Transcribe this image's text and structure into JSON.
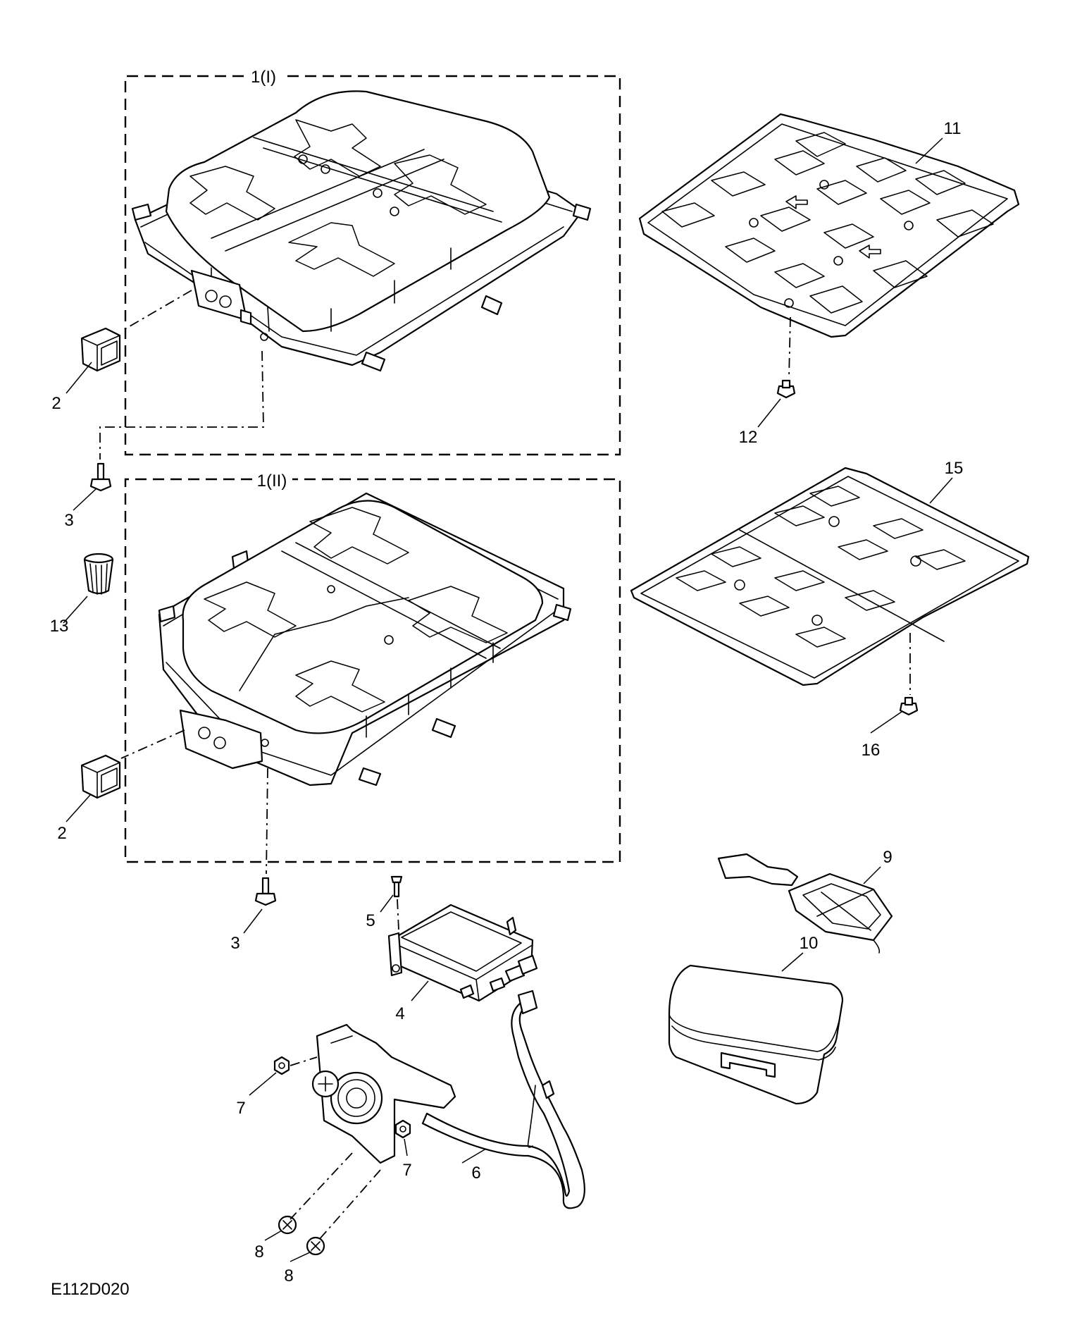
{
  "diagram_id": "E112D020",
  "frames": [
    {
      "id": "frame-1-i",
      "label": "1(I)"
    },
    {
      "id": "frame-1-ii",
      "label": "1(II)"
    }
  ],
  "callouts": [
    {
      "key": "c2a",
      "label": "2"
    },
    {
      "key": "c2b",
      "label": "2"
    },
    {
      "key": "c3a",
      "label": "3"
    },
    {
      "key": "c3b",
      "label": "3"
    },
    {
      "key": "c4",
      "label": "4"
    },
    {
      "key": "c5",
      "label": "5"
    },
    {
      "key": "c6",
      "label": "6"
    },
    {
      "key": "c7a",
      "label": "7"
    },
    {
      "key": "c7b",
      "label": "7"
    },
    {
      "key": "c8a",
      "label": "8"
    },
    {
      "key": "c8b",
      "label": "8"
    },
    {
      "key": "c9",
      "label": "9"
    },
    {
      "key": "c10",
      "label": "10"
    },
    {
      "key": "c11",
      "label": "11"
    },
    {
      "key": "c12",
      "label": "12"
    },
    {
      "key": "c13",
      "label": "13"
    },
    {
      "key": "c15",
      "label": "15"
    },
    {
      "key": "c16",
      "label": "16"
    }
  ]
}
